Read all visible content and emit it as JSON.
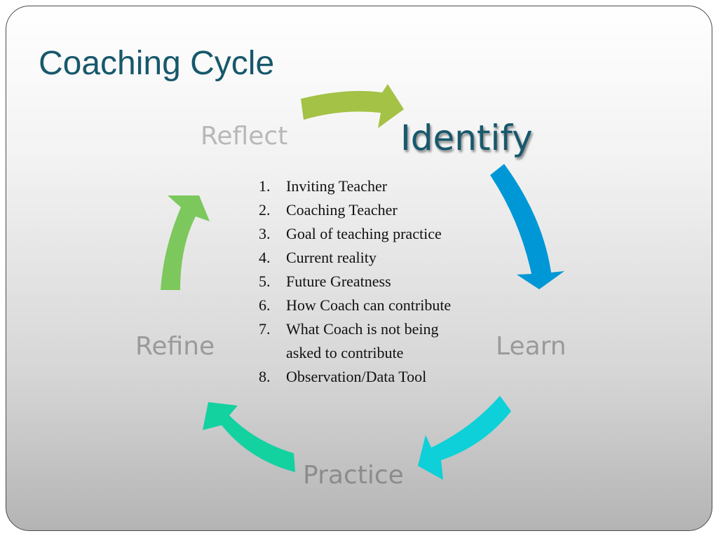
{
  "slide": {
    "title": "Coaching Cycle"
  },
  "cycle": {
    "stages": {
      "reflect": "Reflect",
      "identify": "Identify",
      "learn": "Learn",
      "practice": "Practice",
      "refine": "Refine"
    },
    "arrow_colors": {
      "reflect_to_identify": "#a4c245",
      "identify_to_learn": "#0097d6",
      "learn_to_practice": "#0dd0d8",
      "practice_to_refine": "#14d1a0",
      "refine_to_reflect": "#7cc85c"
    }
  },
  "steps": [
    {
      "num": "1.",
      "text": "Inviting Teacher"
    },
    {
      "num": "2.",
      "text": "Coaching Teacher"
    },
    {
      "num": "3.",
      "text": "Goal of teaching practice"
    },
    {
      "num": "4.",
      "text": "Current reality"
    },
    {
      "num": "5.",
      "text": "Future Greatness"
    },
    {
      "num": "6.",
      "text": "How Coach can contribute"
    },
    {
      "num": "7.",
      "text": "What Coach is not being asked to contribute"
    },
    {
      "num": "8.",
      "text": "Observation/Data Tool"
    }
  ]
}
